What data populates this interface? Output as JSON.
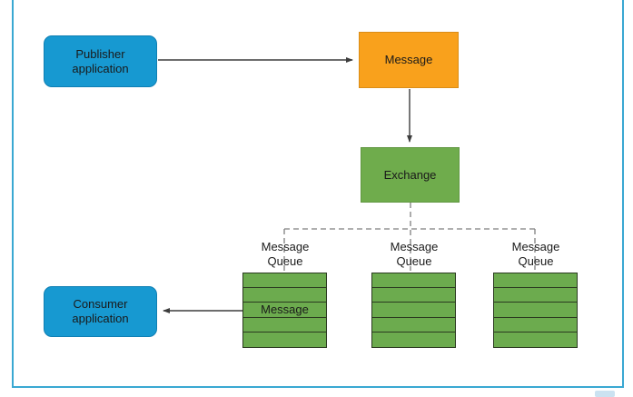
{
  "canvas": {
    "background": "#ffffff",
    "frame_color": "#3AA8D2"
  },
  "colors": {
    "application_fill": "#1799D1",
    "application_border": "#0F7FB3",
    "message_fill": "#F9A11C",
    "exchange_fill": "#6FAC4C",
    "queue_fill": "#6CAB4E",
    "queue_border": "#2B3A20",
    "arrow_color": "#3D3D3D",
    "dashed_color": "#7F7F7F",
    "text_color": "#1a1a1a"
  },
  "nodes": {
    "publisher": {
      "label": "Publisher application"
    },
    "message": {
      "label": "Message"
    },
    "exchange": {
      "label": "Exchange"
    },
    "consumer": {
      "label": "Consumer application"
    }
  },
  "queues": [
    {
      "label": "Message Queue",
      "rows": 5,
      "message_label": "Message"
    },
    {
      "label": "Message Queue",
      "rows": 5,
      "message_label": ""
    },
    {
      "label": "Message Queue",
      "rows": 5,
      "message_label": ""
    }
  ]
}
